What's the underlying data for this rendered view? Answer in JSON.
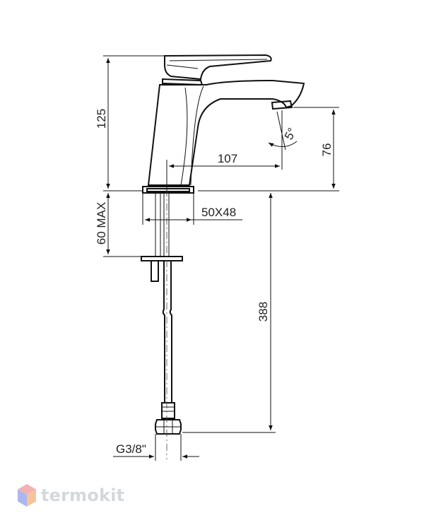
{
  "dimensions": {
    "height_total": "125",
    "spout_reach": "107",
    "spout_height": "76",
    "swivel_angle": "5°",
    "max_deck_thickness": "60 MAX",
    "base_size": "50X48",
    "hose_length": "388",
    "thread": "G3/8\""
  },
  "brand": {
    "name": "termokit",
    "colors": {
      "top": "#f3b1b3",
      "mid": "#aab8ee",
      "bottom": "#f5c49b",
      "text": "#d5d8db"
    }
  }
}
